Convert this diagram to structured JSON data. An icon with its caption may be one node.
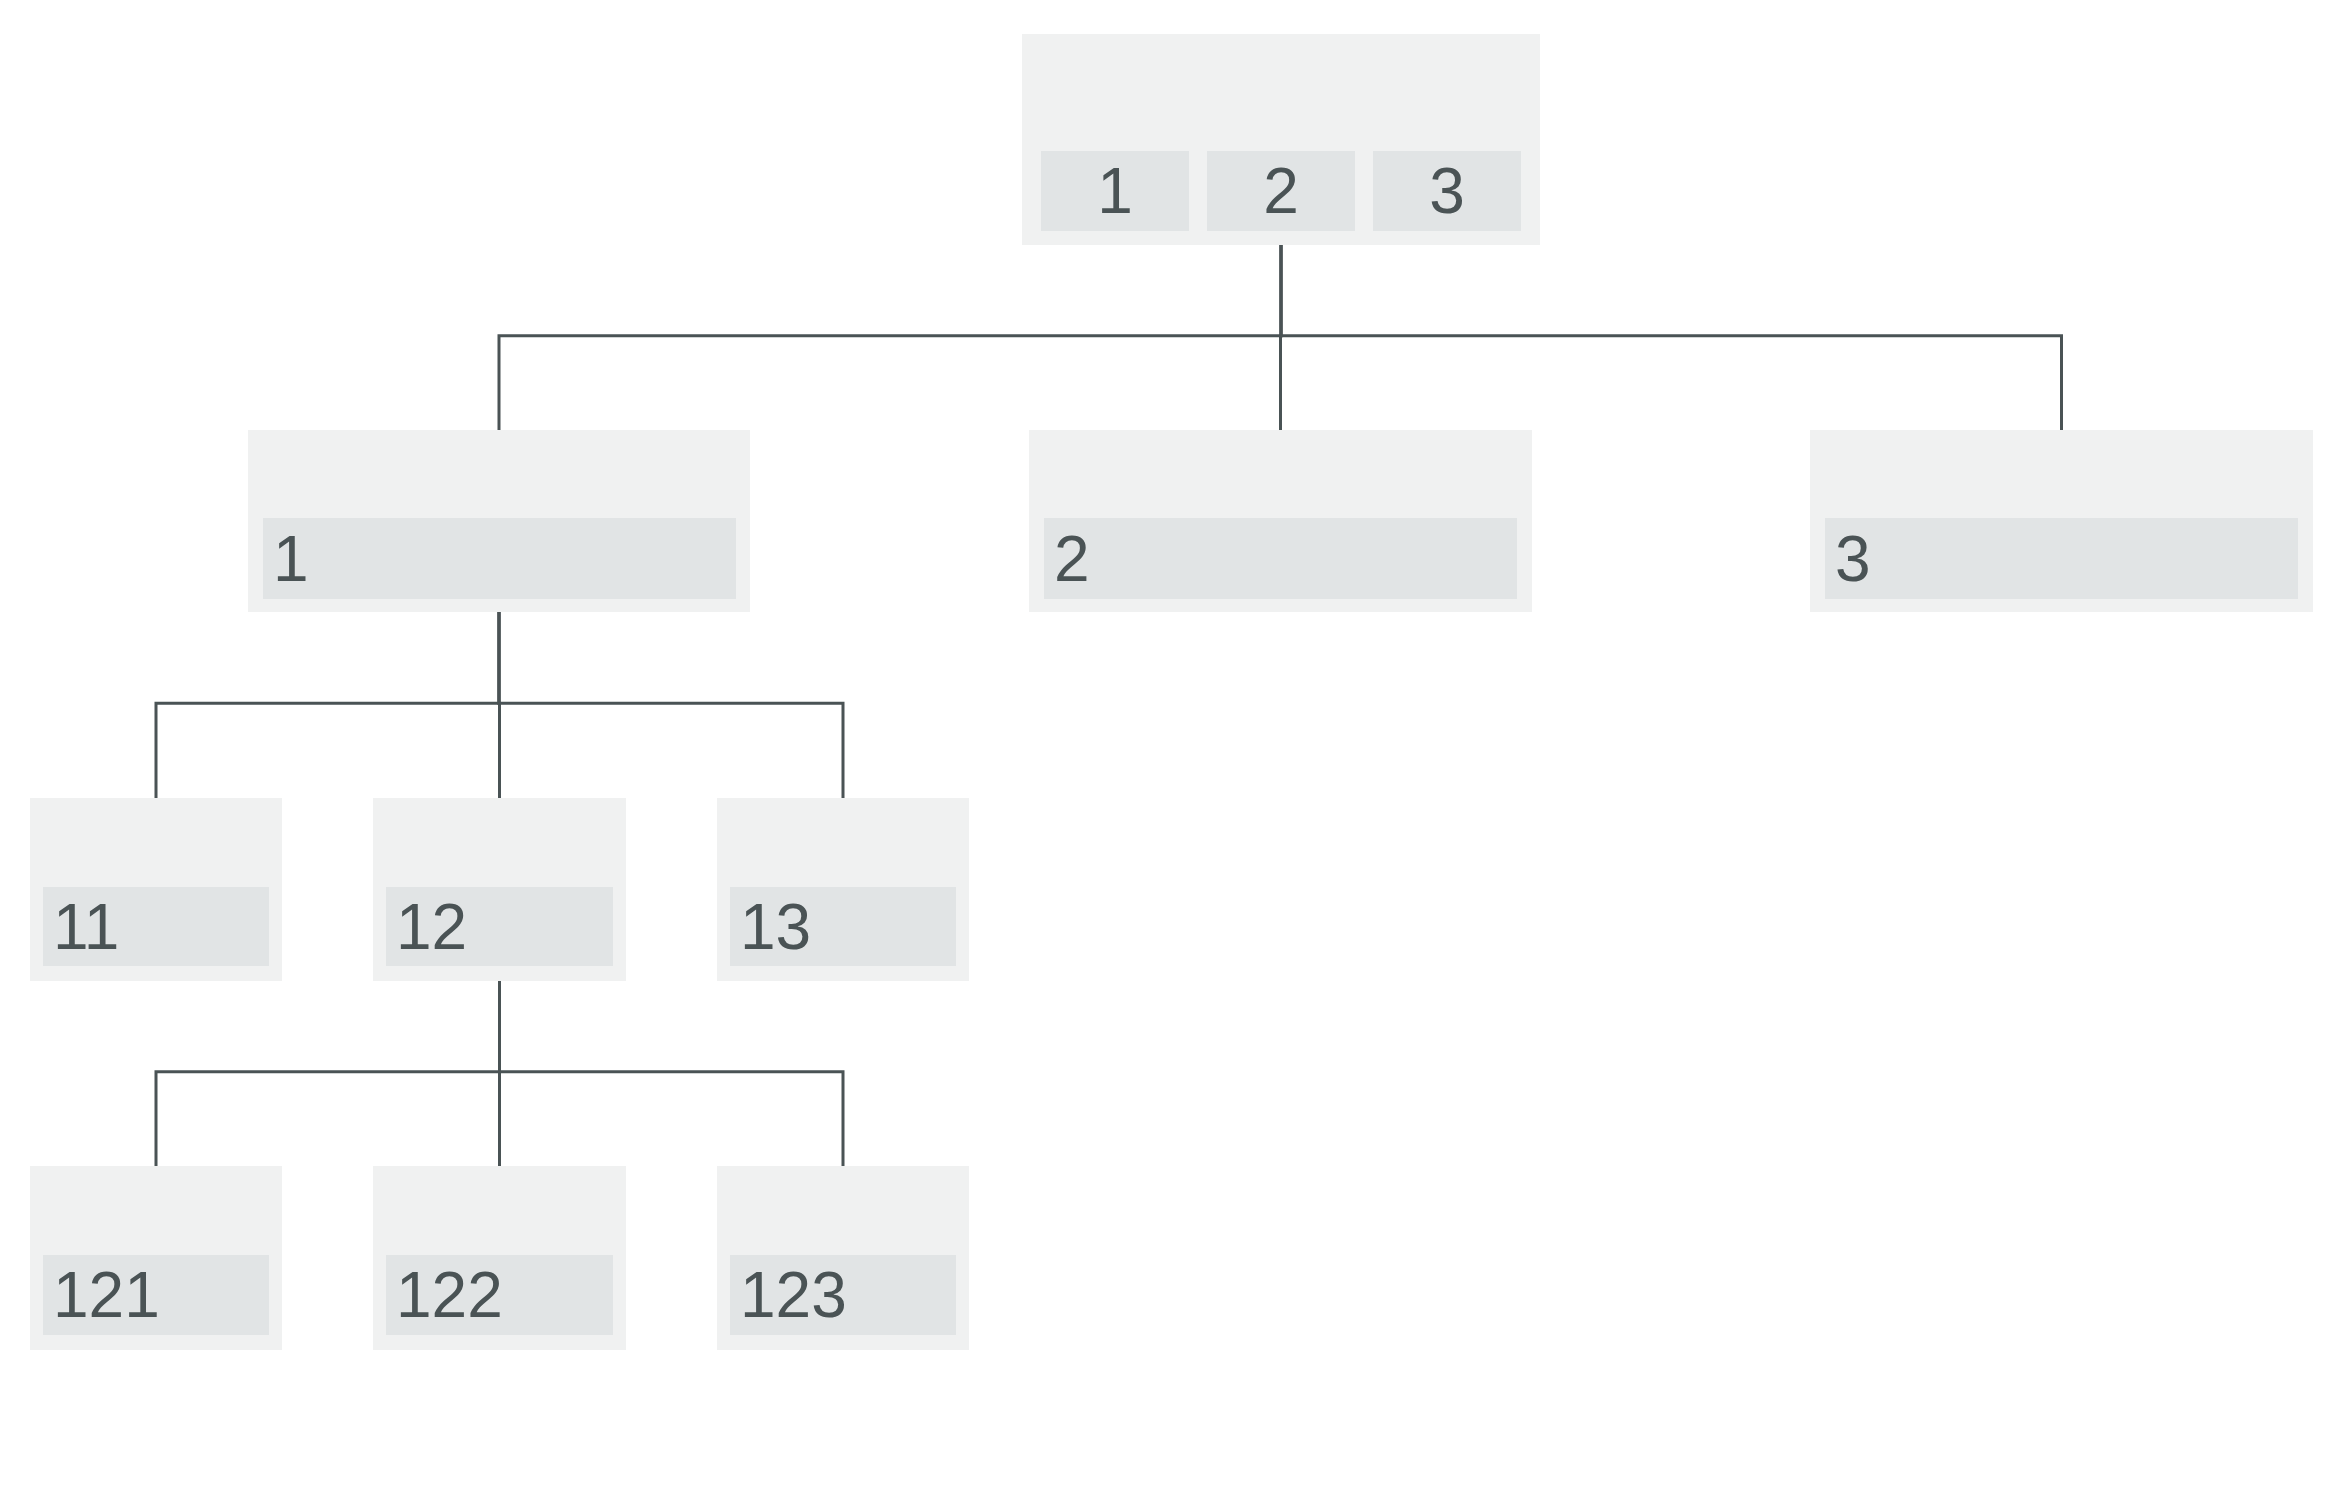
{
  "diagram": {
    "nodes": [
      {
        "text": [],
        "shape": "box"
      },
      {
        "text": [
          "1"
        ],
        "in": 0
      },
      {
        "text": [
          "2"
        ],
        "in": 0
      },
      {
        "text": [
          "3"
        ],
        "in": 0
      },
      {
        "text": [],
        "shape": "box"
      },
      {
        "text": [
          "1"
        ],
        "in": 4
      },
      {
        "text": [],
        "shape": "box"
      },
      {
        "text": [
          "2"
        ],
        "in": 6
      },
      {
        "text": [],
        "shape": "box"
      },
      {
        "text": [
          "3"
        ],
        "in": 8
      },
      {
        "text": [],
        "shape": "box"
      },
      {
        "text": [
          "11"
        ],
        "in": 10
      },
      {
        "text": [],
        "shape": "box"
      },
      {
        "text": [
          "12"
        ],
        "in": 12
      },
      {
        "text": [],
        "shape": "box"
      },
      {
        "text": [
          "13"
        ],
        "in": 14
      },
      {
        "text": [],
        "shape": "box"
      },
      {
        "text": [
          "121"
        ],
        "in": 16
      },
      {
        "text": [],
        "shape": "box"
      },
      {
        "text": [
          "122"
        ],
        "in": 18
      },
      {
        "text": [],
        "shape": "box"
      },
      {
        "text": [
          "123"
        ],
        "in": 20
      }
    ],
    "edges": [
      {
        "from": 0,
        "to": 4,
        "arrow": "none"
      },
      {
        "from": 0,
        "to": 6,
        "arrow": "none"
      },
      {
        "from": 0,
        "to": 8,
        "arrow": "none"
      },
      {
        "from": 4,
        "to": 10,
        "arrow": "none"
      },
      {
        "from": 4,
        "to": 12,
        "arrow": "none"
      },
      {
        "from": 4,
        "to": 14,
        "arrow": "none"
      },
      {
        "from": 12,
        "to": 16,
        "arrow": "none"
      },
      {
        "from": 12,
        "to": 18,
        "arrow": "none"
      },
      {
        "from": 12,
        "to": 20,
        "arrow": "none"
      }
    ]
  }
}
